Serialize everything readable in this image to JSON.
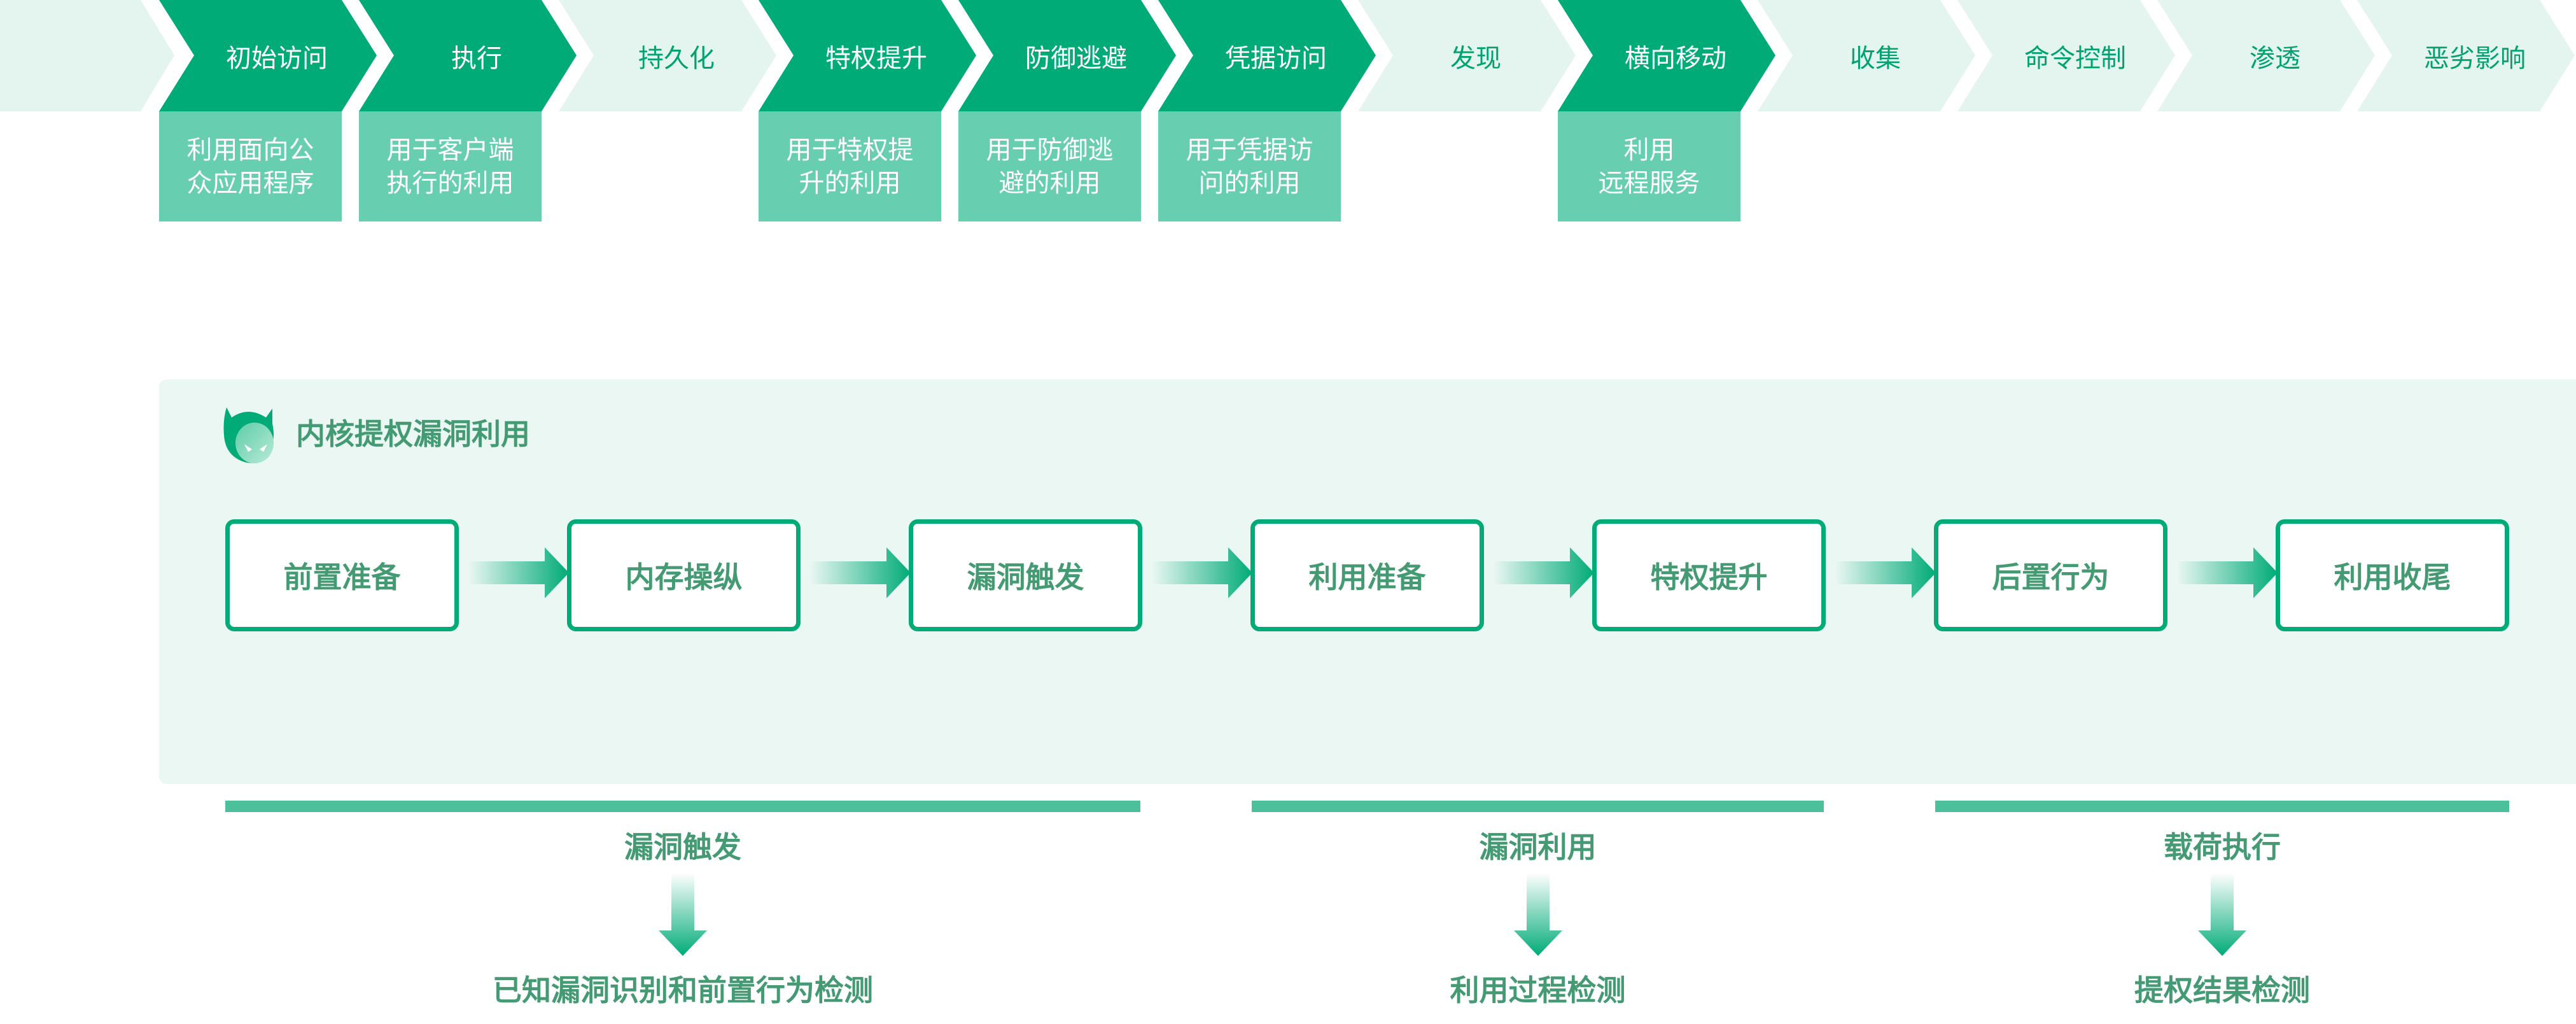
{
  "tactics": [
    {
      "label": "初始访问",
      "active": true,
      "technique": [
        "利用面向公",
        "众应用程序"
      ]
    },
    {
      "label": "执行",
      "active": true,
      "technique": [
        "用于客户端",
        "执行的利用"
      ]
    },
    {
      "label": "持久化",
      "active": false
    },
    {
      "label": "特权提升",
      "active": true,
      "technique": [
        "用于特权提",
        "升的利用"
      ]
    },
    {
      "label": "防御逃避",
      "active": true,
      "technique": [
        "用于防御逃",
        "避的利用"
      ]
    },
    {
      "label": "凭据访问",
      "active": true,
      "technique": [
        "用于凭据访",
        "问的利用"
      ]
    },
    {
      "label": "发现",
      "active": false
    },
    {
      "label": "横向移动",
      "active": true,
      "technique": [
        "利用",
        "远程服务"
      ]
    },
    {
      "label": "收集",
      "active": false
    },
    {
      "label": "命令控制",
      "active": false
    },
    {
      "label": "渗透",
      "active": false
    },
    {
      "label": "恶劣影响",
      "active": false
    }
  ],
  "panel": {
    "title": "内核提权漏洞利用",
    "icon": "devil-mask-icon",
    "steps": [
      "前置准备",
      "内存操纵",
      "漏洞触发",
      "利用准备",
      "特权提升",
      "后置行为",
      "利用收尾"
    ]
  },
  "phases": [
    {
      "label": "漏洞触发",
      "detection": "已知漏洞识别和前置行为检测"
    },
    {
      "label": "漏洞利用",
      "detection": "利用过程检测"
    },
    {
      "label": "载荷执行",
      "detection": "提权结果检测"
    }
  ],
  "colors": {
    "dark": "#00AB77",
    "light": "#E3F5EE",
    "sub": "#67CEAF",
    "text": "#449A73",
    "bar": "#4CC09A"
  }
}
